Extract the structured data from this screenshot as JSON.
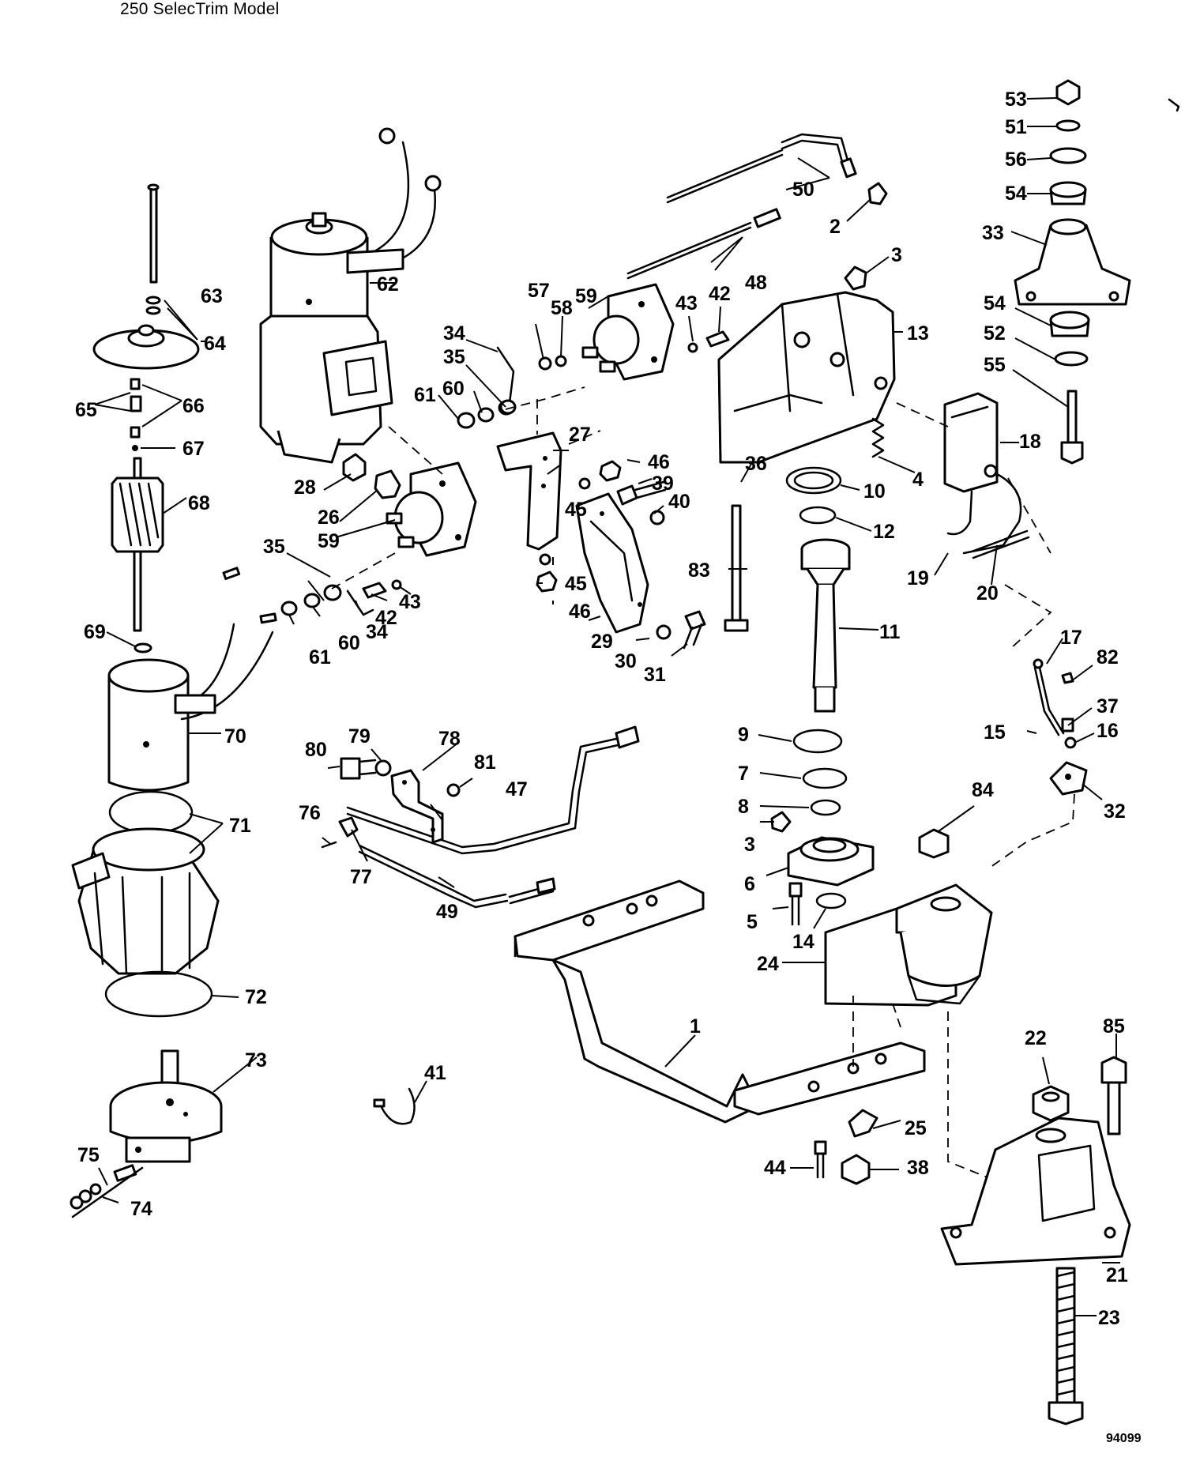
{
  "header": {
    "model_title": "250 SelecTrim Model"
  },
  "footer": {
    "figure_code": "94099"
  },
  "callouts": {
    "c1": "1",
    "c2": "2",
    "c3a": "3",
    "c3b": "3",
    "c4": "4",
    "c5": "5",
    "c6": "6",
    "c7": "7",
    "c8": "8",
    "c9": "9",
    "c10": "10",
    "c11": "11",
    "c12": "12",
    "c13": "13",
    "c14": "14",
    "c15": "15",
    "c16": "16",
    "c17": "17",
    "c18": "18",
    "c19": "19",
    "c20": "20",
    "c21": "21",
    "c22": "22",
    "c23": "23",
    "c24": "24",
    "c25": "25",
    "c26": "26",
    "c27": "27",
    "c28": "28",
    "c29": "29",
    "c30": "30",
    "c31": "31",
    "c32": "32",
    "c33": "33",
    "c34a": "34",
    "c34b": "34",
    "c35a": "35",
    "c35b": "35",
    "c36": "36",
    "c37": "37",
    "c38": "38",
    "c39": "39",
    "c40": "40",
    "c41": "41",
    "c42a": "42",
    "c42b": "42",
    "c43a": "43",
    "c43b": "43",
    "c44": "44",
    "c45a": "45",
    "c45b": "45",
    "c46a": "46",
    "c46b": "46",
    "c47": "47",
    "c48": "48",
    "c49": "49",
    "c50": "50",
    "c51": "51",
    "c52": "52",
    "c53": "53",
    "c54a": "54",
    "c54b": "54",
    "c55": "55",
    "c56": "56",
    "c57": "57",
    "c58": "58",
    "c59a": "59",
    "c59b": "59",
    "c60a": "60",
    "c60b": "60",
    "c61a": "61",
    "c61b": "61",
    "c62": "62",
    "c63": "63",
    "c64": "64",
    "c65": "65",
    "c66": "66",
    "c67": "67",
    "c68": "68",
    "c69": "69",
    "c70": "70",
    "c71": "71",
    "c72": "72",
    "c73": "73",
    "c74": "74",
    "c75": "75",
    "c76": "76",
    "c77": "77",
    "c78": "78",
    "c79": "79",
    "c80": "80",
    "c81": "81",
    "c82": "82",
    "c83": "83",
    "c84": "84",
    "c85": "85"
  }
}
